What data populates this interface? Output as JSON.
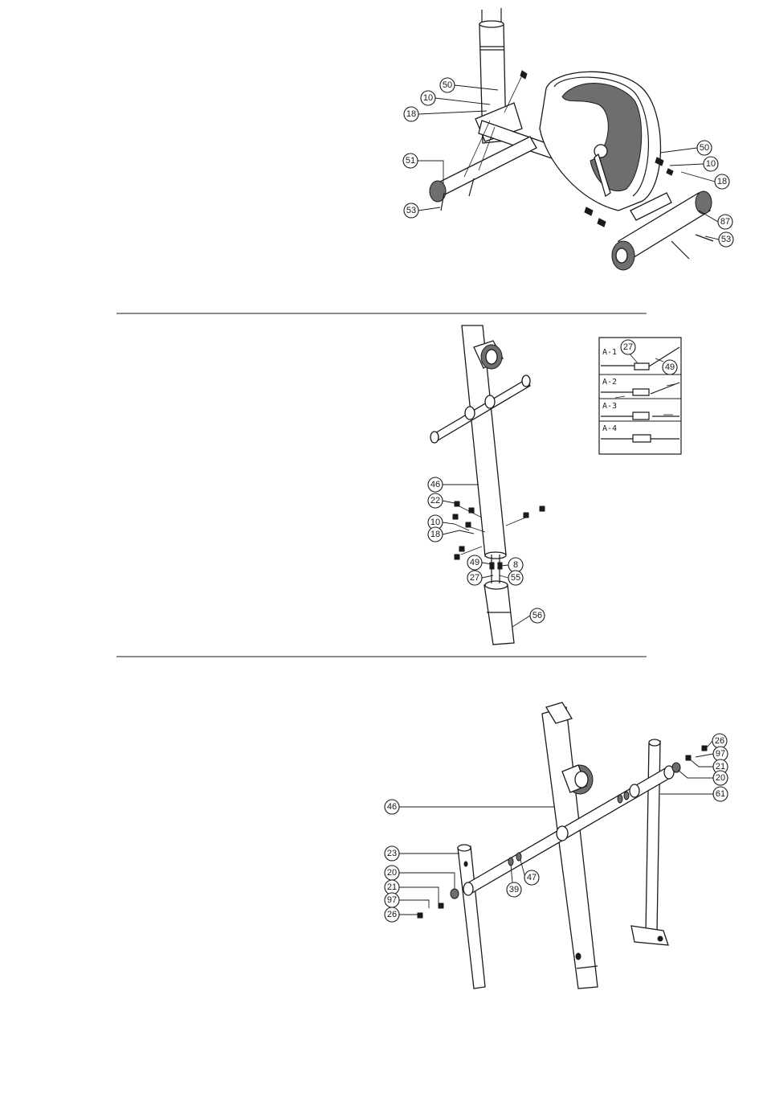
{
  "steps": [
    {
      "callouts": [
        "50",
        "10",
        "18",
        "51",
        "53",
        "50",
        "10",
        "18",
        "87",
        "53"
      ]
    },
    {
      "callouts": [
        "46",
        "22",
        "10",
        "18",
        "49",
        "8",
        "27",
        "55",
        "56"
      ],
      "inset": {
        "rows": [
          "A-1",
          "A-2",
          "A-3",
          "A-4"
        ],
        "callouts": [
          "27",
          "49"
        ]
      }
    },
    {
      "callouts": [
        "46",
        "23",
        "20",
        "21",
        "97",
        "26",
        "39",
        "47",
        "26",
        "97",
        "21",
        "20",
        "61"
      ]
    }
  ]
}
